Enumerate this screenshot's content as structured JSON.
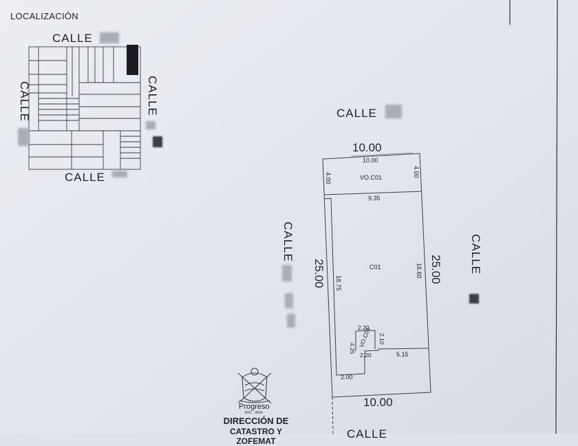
{
  "location_section": {
    "title": "LOCALIZACIÓN",
    "street_top": "CALLE",
    "street_left": "CALLE",
    "street_right": "CALLE",
    "street_bottom": "CALLE"
  },
  "site_plan": {
    "street_top": "CALLE",
    "street_left": "CALLE",
    "street_right": "CALLE",
    "street_bottom": "CALLE",
    "front_dim_top": "10.00",
    "front_dim_bottom": "10.00",
    "side_dim_left": "25.00",
    "side_dim_right": "25.00",
    "inner_top_width": "10.00",
    "side_strip_left": "4.00",
    "side_strip_right": "4.00",
    "zone_front_label": "VO.C01",
    "inner_width_mid": "9.35",
    "zone_main_label": "C01",
    "inner_height_right": "16.60",
    "inner_height_left": "18.75",
    "small_top": "2.20",
    "small_right": "2.10",
    "small_label": "VO.C01",
    "small_left": "4.25",
    "small_bottom": "2.20",
    "bottom_right_width": "5.15",
    "bottom_left_width": "2.00"
  },
  "seal": {
    "city": "Progreso",
    "years": "2021 - 2024",
    "office_line1": "DIRECCIÓN DE",
    "office_line2": "CATASTRO Y ZOFEMAT"
  }
}
